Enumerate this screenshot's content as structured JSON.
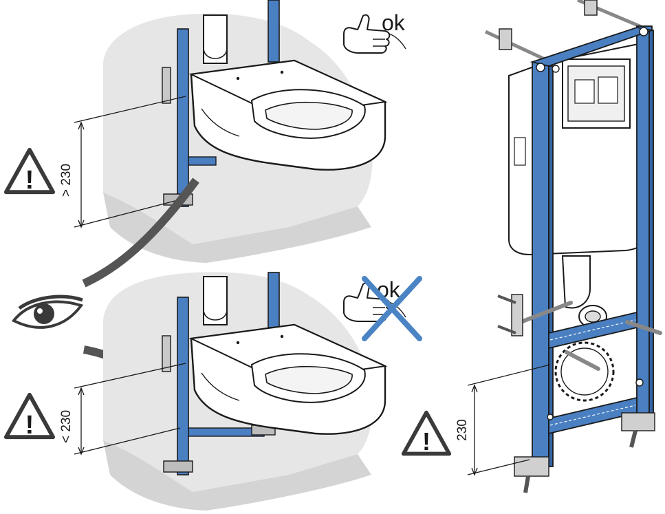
{
  "labels": {
    "ok_top": "ok",
    "ok_bottom": "ok",
    "dim_top": "> 230",
    "dim_bottom": "< 230",
    "dim_right": "230",
    "warning_glyph": "!"
  },
  "icons": [
    "warning-icon",
    "thumbs-up-icon",
    "eye-icon",
    "cross-icon"
  ],
  "colors": {
    "frame_blue": "#4a7fc1",
    "cross_blue": "#4a84c4",
    "wall_gray": "#e6e6e6",
    "floor_gray": "#d9d9d9",
    "line": "#1a1a1a",
    "sight_line": "#555555",
    "warning_stroke": "#333333"
  }
}
